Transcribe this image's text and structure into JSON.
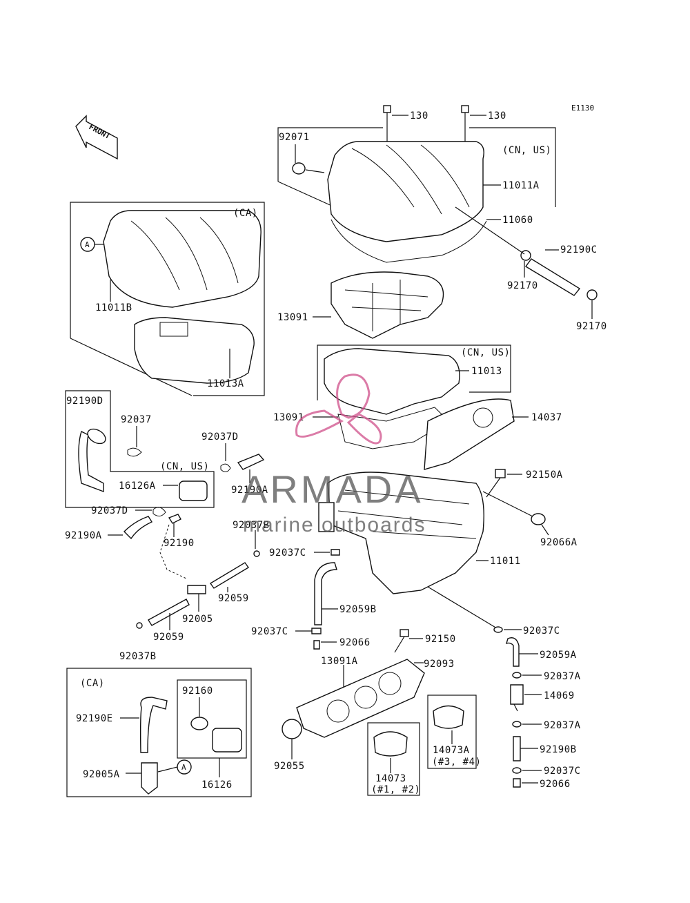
{
  "figure_code": "E1130",
  "front_arrow_label": "FRONT",
  "region_notes": {
    "cn_us_top": "(CN, US)",
    "ca_top": "(CA)",
    "cn_us_mid": "(CN, US)",
    "cn_us_valve": "(CN, US)",
    "ca_bottom": "(CA)"
  },
  "ref_markers": {
    "a_top": "A",
    "a_bottom": "A"
  },
  "parts": {
    "p130a": "130",
    "p130b": "130",
    "p92071": "92071",
    "p11011A": "11011A",
    "p11060": "11060",
    "p92190C": "92190C",
    "p92170a": "92170",
    "p92170b": "92170",
    "p11011B": "11011B",
    "p11013A": "11013A",
    "p13091a": "13091",
    "p11013": "11013",
    "p13091b": "13091",
    "p14037": "14037",
    "p92190D": "92190D",
    "p92037": "92037",
    "p92037D_a": "92037D",
    "p16126A": "16126A",
    "p92190A_a": "92190A",
    "p92037D_b": "92037D",
    "p92190A_b": "92190A",
    "p92190": "92190",
    "p92037B_a": "92037B",
    "p92150A": "92150A",
    "p92066A": "92066A",
    "p92037C_a": "92037C",
    "p11011": "11011",
    "p92059a": "92059",
    "p92005": "92005",
    "p92059B": "92059B",
    "p92059b": "92059",
    "p92037C_b": "92037C",
    "p92066a": "92066",
    "p92037B_b": "92037B",
    "p92150": "92150",
    "p92037C_c": "92037C",
    "p13091A": "13091A",
    "p92093": "92093",
    "p92059A": "92059A",
    "p92037A_a": "92037A",
    "p14069": "14069",
    "p92160": "92160",
    "p92190E": "92190E",
    "p92005A": "92005A",
    "p16126": "16126",
    "p92055": "92055",
    "p14073A": "14073A",
    "p14073A_note": "(#3, #4)",
    "p14073": "14073",
    "p14073_note": "(#1, #2)",
    "p92037A_b": "92037A",
    "p92190B": "92190B",
    "p92037C_d": "92037C",
    "p92066b": "92066"
  },
  "watermark": {
    "brand": "ARMADA",
    "tagline": "marine outboards",
    "logo_color": "#d0508a"
  }
}
